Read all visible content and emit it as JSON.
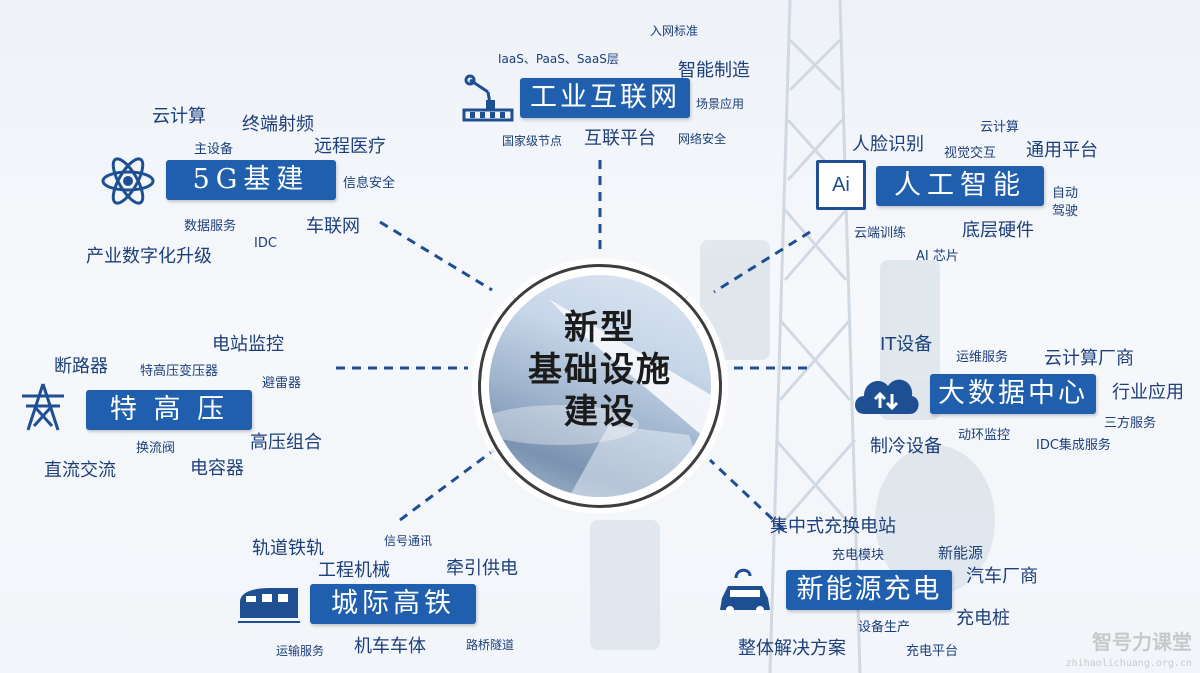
{
  "center": {
    "line1": "新型",
    "line2": "基础设施",
    "line3": "建设"
  },
  "categories": {
    "g5": "5G基建",
    "industrial": "工业互联网",
    "ai": "人工智能",
    "uhv": "特 高 压",
    "bigdata": "大数据中心",
    "rail": "城际高铁",
    "ev": "新能源充电"
  },
  "ai_icon_text": "Ai",
  "keywords": {
    "g5": [
      "云计算",
      "终端射频",
      "主设备",
      "远程医疗",
      "信息安全",
      "数据服务",
      "车联网",
      "IDC",
      "产业数字化升级"
    ],
    "industrial": [
      "入网标准",
      "IaaS、PaaS、SaaS层",
      "智能制造",
      "场景应用",
      "国家级节点",
      "互联平台",
      "网络安全"
    ],
    "ai": [
      "云计算",
      "人脸识别",
      "视觉交互",
      "通用平台",
      "自动",
      "驾驶",
      "云端训练",
      "底层硬件",
      "AI 芯片"
    ],
    "uhv": [
      "电站监控",
      "断路器",
      "特高压变压器",
      "避雷器",
      "换流阀",
      "高压组合",
      "直流交流",
      "电容器"
    ],
    "bigdata": [
      "IT设备",
      "运维服务",
      "云计算厂商",
      "行业应用",
      "三方服务",
      "制冷设备",
      "动环监控",
      "IDC集成服务"
    ],
    "rail": [
      "轨道铁轨",
      "信号通讯",
      "工程机械",
      "牵引供电",
      "运输服务",
      "机车车体",
      "路桥隧道"
    ],
    "ev": [
      "集中式充换电站",
      "充电模块",
      "新能源",
      "汽车厂商",
      "充电桩",
      "设备生产",
      "整体解决方案",
      "充电平台"
    ]
  },
  "watermark": {
    "main": "智号力课堂",
    "sub": "zhihaolichuang.org.cn"
  },
  "colors": {
    "tag_bg": "#1f5fae",
    "keyword": "#1d3f7a",
    "dash": "#1f4f93"
  }
}
